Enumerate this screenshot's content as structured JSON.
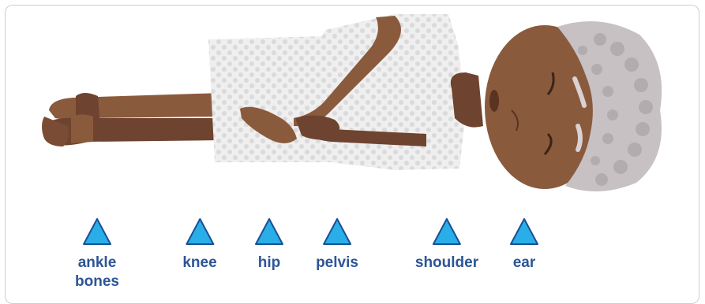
{
  "markers": [
    {
      "label": "ankle\nbones"
    },
    {
      "label": "knee"
    },
    {
      "label": "hip"
    },
    {
      "label": "pelvis"
    },
    {
      "label": "shoulder"
    },
    {
      "label": "ear"
    }
  ],
  "colors": {
    "marker_fill": "#2aaee8",
    "marker_stroke": "#1b4f93",
    "label": "#2d5596",
    "skin": "#8a5a3c",
    "skin_dark": "#6e4430",
    "gown": "#ededed",
    "gown_dot": "#d6d6d6",
    "hair": "#c7c1c3",
    "frame": "#c9ced6"
  },
  "illustration": {
    "description_icon": "lying-patient-side-view-icon"
  }
}
